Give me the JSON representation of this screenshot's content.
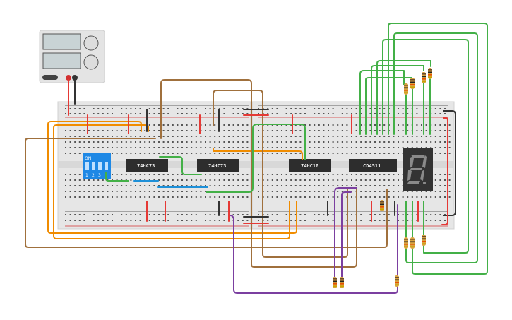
{
  "canvas": {
    "background": "#ffffff"
  },
  "power_supply": {
    "body_color": "#e4e4e4",
    "screen_color": "#c9d3d5"
  },
  "breadboard": {
    "color": "#e6e6e6",
    "rail_positive_color": "#d32f2f",
    "rail_negative_color": "#333333"
  },
  "dip_switch": {
    "on_label": "ON",
    "switch_labels": [
      "1",
      "2",
      "3",
      "4"
    ],
    "color": "#1e88e5"
  },
  "chips": [
    {
      "label": "74HC73"
    },
    {
      "label": "74HC73"
    },
    {
      "label": "74HC10"
    },
    {
      "label": "CD4511"
    }
  ],
  "seven_segment": {
    "color": "#333333",
    "segment_color": "#8a8a8a"
  },
  "wire_colors": {
    "red": "#e53935",
    "black": "#333333",
    "green": "#43b047",
    "orange": "#f08c00",
    "brown": "#a0703c",
    "purple": "#7b3fa0",
    "blue": "#1e90d8"
  }
}
